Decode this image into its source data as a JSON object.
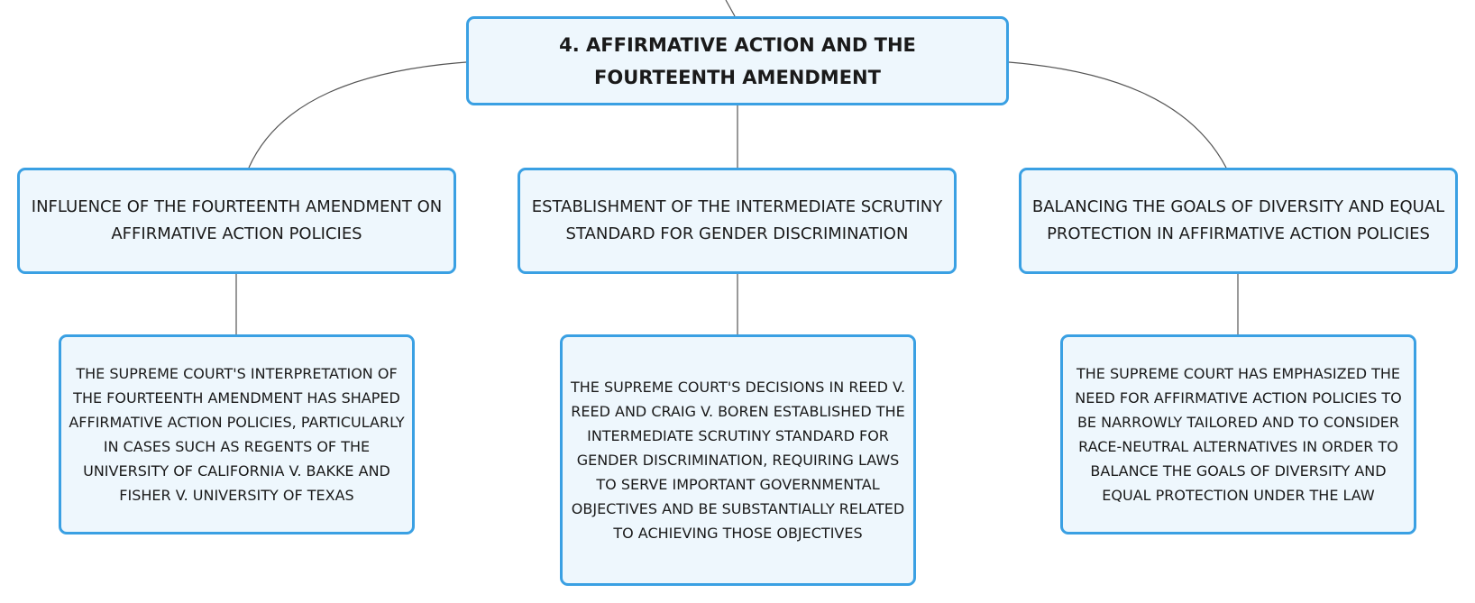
{
  "root": {
    "title": "4. AFFIRMATIVE ACTION AND THE FOURTEENTH AMENDMENT"
  },
  "branches": [
    {
      "title": "INFLUENCE OF THE FOURTEENTH AMENDMENT ON AFFIRMATIVE ACTION POLICIES",
      "detail": "THE SUPREME COURT'S INTERPRETATION OF THE FOURTEENTH AMENDMENT HAS SHAPED AFFIRMATIVE ACTION POLICIES, PARTICULARLY IN CASES SUCH AS REGENTS OF THE UNIVERSITY OF CALIFORNIA V. BAKKE AND FISHER V. UNIVERSITY OF TEXAS"
    },
    {
      "title": "ESTABLISHMENT OF THE INTERMEDIATE SCRUTINY STANDARD FOR GENDER DISCRIMINATION",
      "detail": "THE SUPREME COURT'S DECISIONS IN REED V. REED AND CRAIG V. BOREN ESTABLISHED THE INTERMEDIATE SCRUTINY STANDARD FOR GENDER DISCRIMINATION, REQUIRING LAWS TO SERVE IMPORTANT GOVERNMENTAL OBJECTIVES AND BE SUBSTANTIALLY RELATED TO ACHIEVING THOSE OBJECTIVES"
    },
    {
      "title": "BALANCING THE GOALS OF DIVERSITY AND EQUAL PROTECTION IN AFFIRMATIVE ACTION POLICIES",
      "detail": "THE SUPREME COURT HAS EMPHASIZED THE NEED FOR AFFIRMATIVE ACTION POLICIES TO BE NARROWLY TAILORED AND TO CONSIDER RACE-NEUTRAL ALTERNATIVES IN ORDER TO BALANCE THE GOALS OF DIVERSITY AND EQUAL PROTECTION UNDER THE LAW"
    }
  ],
  "colors": {
    "node_border": "#3aa0e3",
    "node_fill": "#eef7fd",
    "connector": "#555555"
  }
}
